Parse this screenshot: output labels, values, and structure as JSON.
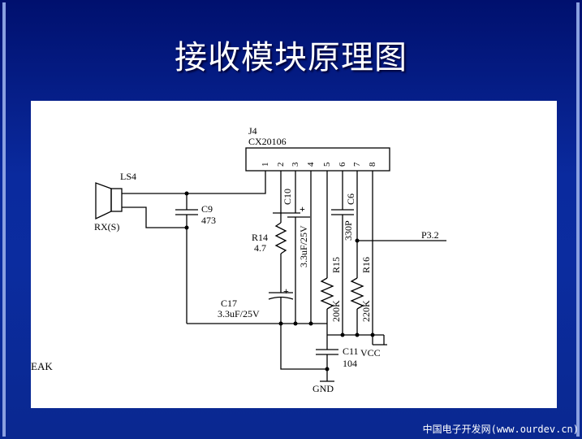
{
  "slide": {
    "title": "接收模块原理图",
    "footer": "中国电子开发网(www.ourdev.cn)"
  },
  "schematic": {
    "side_fragment": "EAK",
    "j4": {
      "ref": "J4",
      "part": "CX20106",
      "pins": [
        "1",
        "2",
        "3",
        "4",
        "5",
        "6",
        "7",
        "8"
      ]
    },
    "ls4": {
      "ref": "LS4",
      "label": "RX(S)"
    },
    "c9": {
      "ref": "C9",
      "value": "473"
    },
    "r14": {
      "ref": "R14",
      "value": "4.7"
    },
    "c10": {
      "ref": "C10",
      "value": "3.3uF/25V"
    },
    "c6": {
      "ref": "C6",
      "value": "330P"
    },
    "r15": {
      "ref": "R15",
      "value": "200K"
    },
    "r16": {
      "ref": "R16",
      "value": "220K"
    },
    "c17": {
      "ref": "C17",
      "value": "3.3uF/25V"
    },
    "c11": {
      "ref": "C11",
      "value": "104"
    },
    "p32": "P3.2",
    "vcc": "VCC",
    "gnd": "GND",
    "plus": "+"
  }
}
